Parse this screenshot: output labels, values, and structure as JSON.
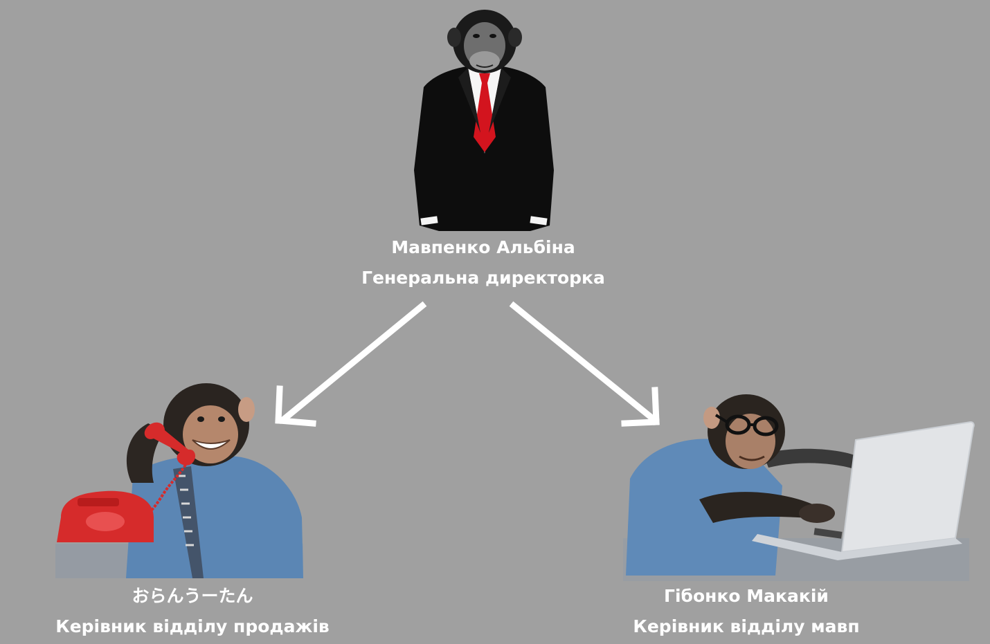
{
  "org_chart": {
    "director": {
      "name": "Мавпенко Альбіна",
      "title": "Генеральна директорка",
      "figure": "chimp-in-suit-figure"
    },
    "reports": [
      {
        "name": "おらんうーたん",
        "title": "Керівник відділу продажів",
        "figure": "chimp-with-phone-figure"
      },
      {
        "name": "Гібонко Макакій",
        "title": "Керівник відділу мавп",
        "figure": "chimp-with-laptop-figure"
      }
    ]
  },
  "colors": {
    "background": "#a0a0a0",
    "text": "#ffffff",
    "arrow": "#ffffff",
    "suit": "#0d0d0d",
    "tie": "#d3141e",
    "phone": "#d62b2b",
    "shirt": "#5b86b4",
    "laptop": "#e2e4e7"
  }
}
